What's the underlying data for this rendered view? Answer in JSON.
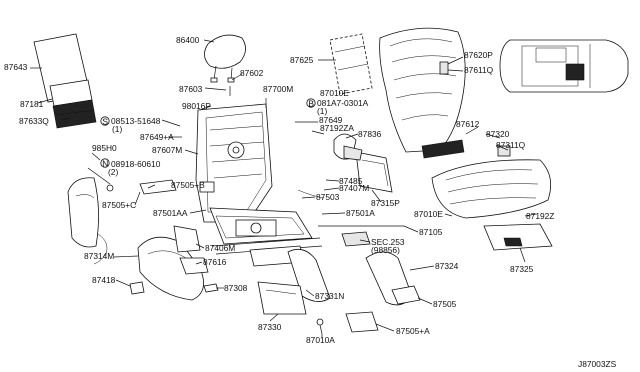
{
  "diagram_id": "J87003ZS",
  "colors": {
    "ink": "#111111",
    "background": "#ffffff",
    "shade": "#e6e6e6"
  },
  "labels": {
    "p87643": "87643",
    "p87181": "87181",
    "p87633Q": "87633Q",
    "p86400": "86400",
    "p87603": "87603",
    "p87602": "87602",
    "p87625": "87625",
    "p87620P": "87620P",
    "p87611Q": "87611Q",
    "p98016P": "98016P",
    "p87700M": "87700M",
    "p08513": "08513-51648",
    "p08513q": "(1)",
    "p87010E_top": "87010E",
    "p081A7": "081A7-0301A",
    "p081A7q": "(1)",
    "p87649": "87649",
    "p87649A": "87649+A",
    "p87192ZA": "87192ZA",
    "p87836": "87836",
    "p87612": "87612",
    "p87320": "87320",
    "p87311Q": "87311Q",
    "p985H0": "985H0",
    "p87607M": "87607M",
    "p08918": "08918-60610",
    "p08918q": "(2)",
    "p87505B": "87505+B",
    "p87485": "87485",
    "p87407M": "87407M",
    "p87503": "87503",
    "p87315P": "87315P",
    "p87505C": "87505+C",
    "p87501AA": "87501AA",
    "p87501A": "87501A",
    "p87010E_mid": "87010E",
    "p87192Z": "87192Z",
    "p87105": "87105",
    "p87314M": "87314M",
    "p87406M": "87406M",
    "pSEC253": "SEC.253",
    "p98856": "(98856)",
    "p87616": "87616",
    "p87324": "87324",
    "p87325": "87325",
    "p87418": "87418",
    "p87308": "87308",
    "p87331N": "87331N",
    "p87505": "87505",
    "p87330": "87330",
    "p87505A": "87505+A",
    "p87010A": "87010A"
  },
  "callout_marks": {
    "s": "S",
    "b": "B",
    "n": "N"
  }
}
